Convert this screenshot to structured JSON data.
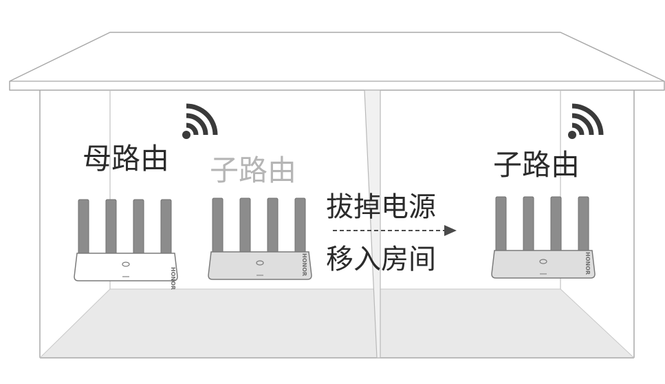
{
  "labels": {
    "main_router": "母路由",
    "sub_router_before": "子路由",
    "sub_router_after": "子路由"
  },
  "action": {
    "line1": "拔掉电源",
    "line2": "移入房间"
  },
  "brand": "HONOR",
  "icons": {
    "signal": "wifi-signal-icon",
    "arrow": "dashed-arrow-icon",
    "router": "router-icon"
  },
  "colors": {
    "outline": "#a8a8a8",
    "floor": "#e9e9e9",
    "antenna": "#8c8c8c",
    "router_body_active": "#ffffff",
    "router_body_faded": "#dedede",
    "label_active": "#2b2b2b",
    "label_faded": "#b5b5b5"
  }
}
